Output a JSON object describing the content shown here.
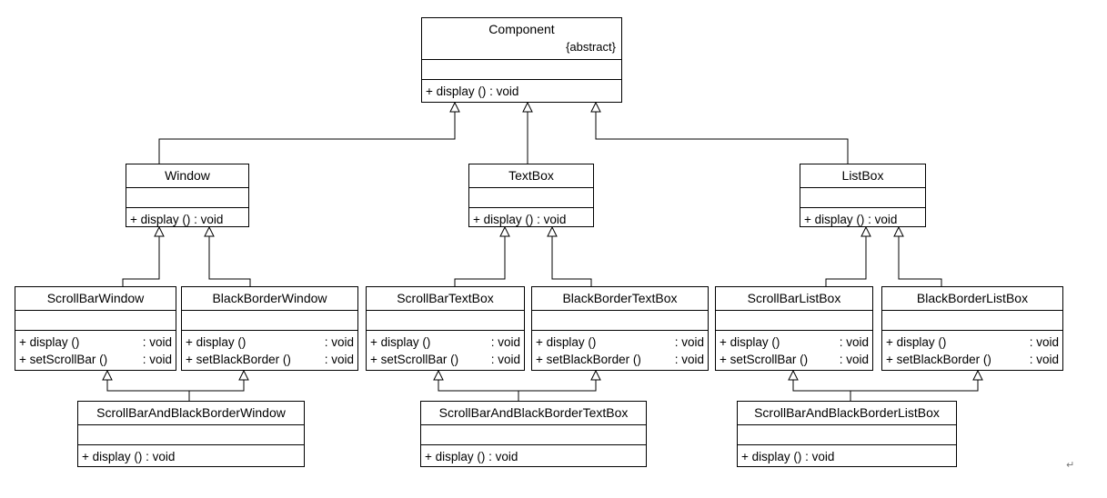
{
  "classes": {
    "component": {
      "name": "Component",
      "stereotype": "{abstract}",
      "ops": [
        {
          "text": "+ display () : void"
        }
      ]
    },
    "window": {
      "name": "Window",
      "ops": [
        {
          "text": "+ display () : void"
        }
      ]
    },
    "textbox": {
      "name": "TextBox",
      "ops": [
        {
          "text": "+ display () : void"
        }
      ]
    },
    "listbox": {
      "name": "ListBox",
      "ops": [
        {
          "text": "+ display () : void"
        }
      ]
    },
    "scrollbar_window": {
      "name": "ScrollBarWindow",
      "ops": [
        {
          "sig": "+ display ()",
          "ret": ": void"
        },
        {
          "sig": "+ setScrollBar ()",
          "ret": ": void"
        }
      ]
    },
    "blackborder_window": {
      "name": "BlackBorderWindow",
      "ops": [
        {
          "sig": "+ display ()",
          "ret": ": void"
        },
        {
          "sig": "+ setBlackBorder ()",
          "ret": ": void"
        }
      ]
    },
    "scrollbar_textbox": {
      "name": "ScrollBarTextBox",
      "ops": [
        {
          "sig": "+ display ()",
          "ret": ": void"
        },
        {
          "sig": "+ setScrollBar ()",
          "ret": ": void"
        }
      ]
    },
    "blackborder_textbox": {
      "name": "BlackBorderTextBox",
      "ops": [
        {
          "sig": "+ display ()",
          "ret": ": void"
        },
        {
          "sig": "+ setBlackBorder ()",
          "ret": ": void"
        }
      ]
    },
    "scrollbar_listbox": {
      "name": "ScrollBarListBox",
      "ops": [
        {
          "sig": "+ display ()",
          "ret": ": void"
        },
        {
          "sig": "+ setScrollBar ()",
          "ret": ": void"
        }
      ]
    },
    "blackborder_listbox": {
      "name": "BlackBorderListBox",
      "ops": [
        {
          "sig": "+ display ()",
          "ret": ": void"
        },
        {
          "sig": "+ setBlackBorder ()",
          "ret": ": void"
        }
      ]
    },
    "sb_bb_window": {
      "name": "ScrollBarAndBlackBorderWindow",
      "ops": [
        {
          "text": "+ display () : void"
        }
      ]
    },
    "sb_bb_textbox": {
      "name": "ScrollBarAndBlackBorderTextBox",
      "ops": [
        {
          "text": "+ display () : void"
        }
      ]
    },
    "sb_bb_listbox": {
      "name": "ScrollBarAndBlackBorderListBox",
      "ops": [
        {
          "text": "+ display () : void"
        }
      ]
    }
  },
  "mark": "↵"
}
